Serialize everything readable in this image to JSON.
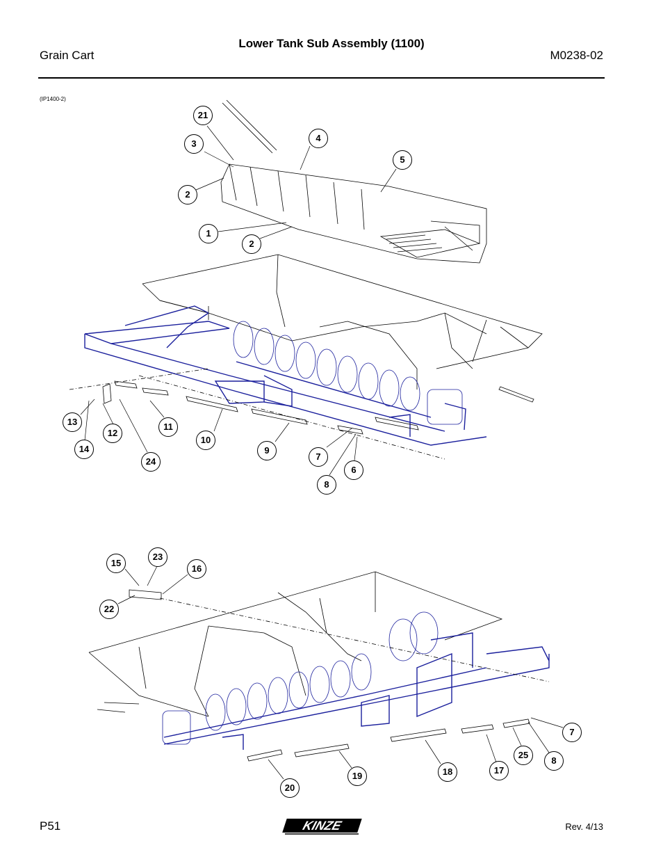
{
  "header": {
    "title": "Lower Tank Sub Assembly (1100)",
    "product": "Grain Cart",
    "manual_number": "M0238-02"
  },
  "figure_code": "(IP1400-2)",
  "footer": {
    "page": "P51",
    "revision": "Rev. 4/13",
    "logo_text": "KINZE"
  },
  "colors": {
    "frame_blue": "#1a1f9c",
    "line": "#000000"
  },
  "callouts": {
    "upper": [
      "21",
      "3",
      "4",
      "5",
      "2",
      "1",
      "2",
      "13",
      "12",
      "11",
      "10",
      "9",
      "7",
      "6",
      "14",
      "24",
      "8"
    ],
    "lower": [
      "15",
      "23",
      "16",
      "22",
      "7",
      "25",
      "8",
      "17",
      "18",
      "19",
      "20"
    ]
  }
}
